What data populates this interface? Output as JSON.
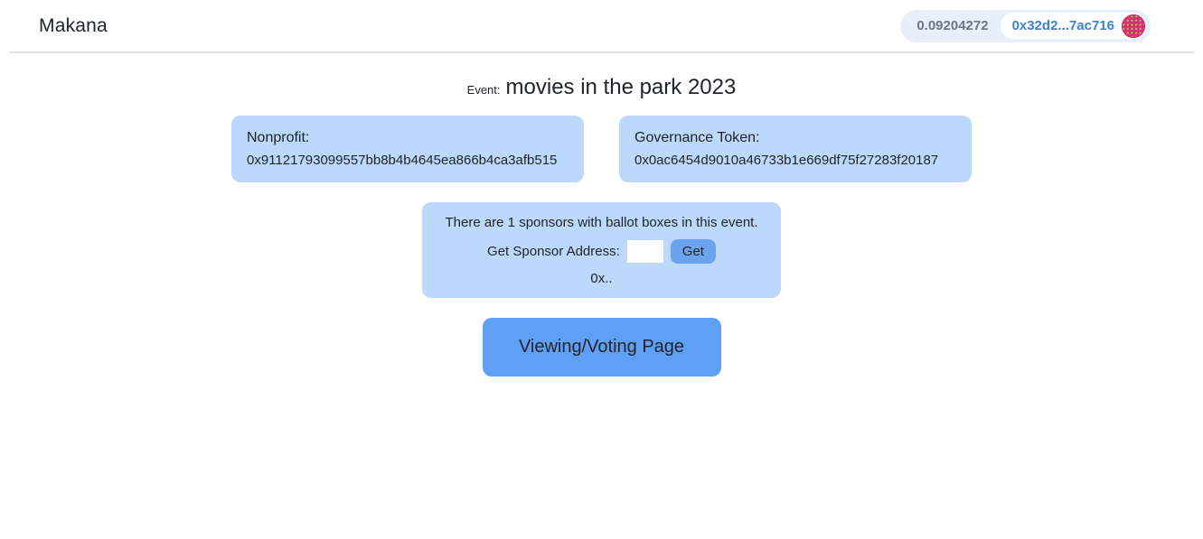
{
  "header": {
    "brand": "Makana",
    "wallet": {
      "balance": "0.09204272",
      "address_short": "0x32d2...7ac716",
      "avatar_icon": "blockies-avatar"
    }
  },
  "event": {
    "label": "Event:",
    "name": "movies in the park 2023"
  },
  "cards": [
    {
      "label": "Nonprofit:",
      "address": "0x91121793099557bb8b4b4645ea866b4ca3afb515"
    },
    {
      "label": "Governance Token:",
      "address": "0x0ac6454d9010a46733b1e669df75f27283f20187"
    }
  ],
  "sponsor_panel": {
    "info": "There are 1 sponsors with ballot boxes in this event.",
    "input_label": "Get Sponsor Address:",
    "input_value": "",
    "get_button_label": "Get",
    "result": "0x.."
  },
  "voting_button_label": "Viewing/Voting Page",
  "colors": {
    "card-bg": "#bcd9fb",
    "primary-button": "#5f9ff5",
    "get-button": "#6aa4ef",
    "wallet-pill-bg": "#e9eff8",
    "address-text": "#3e80d0",
    "balance-text": "#6b7686",
    "avatar-pink": "#d6336c",
    "avatar-dot": "#a9d15e",
    "text": "#212529",
    "divider": "#e4e4e9"
  }
}
